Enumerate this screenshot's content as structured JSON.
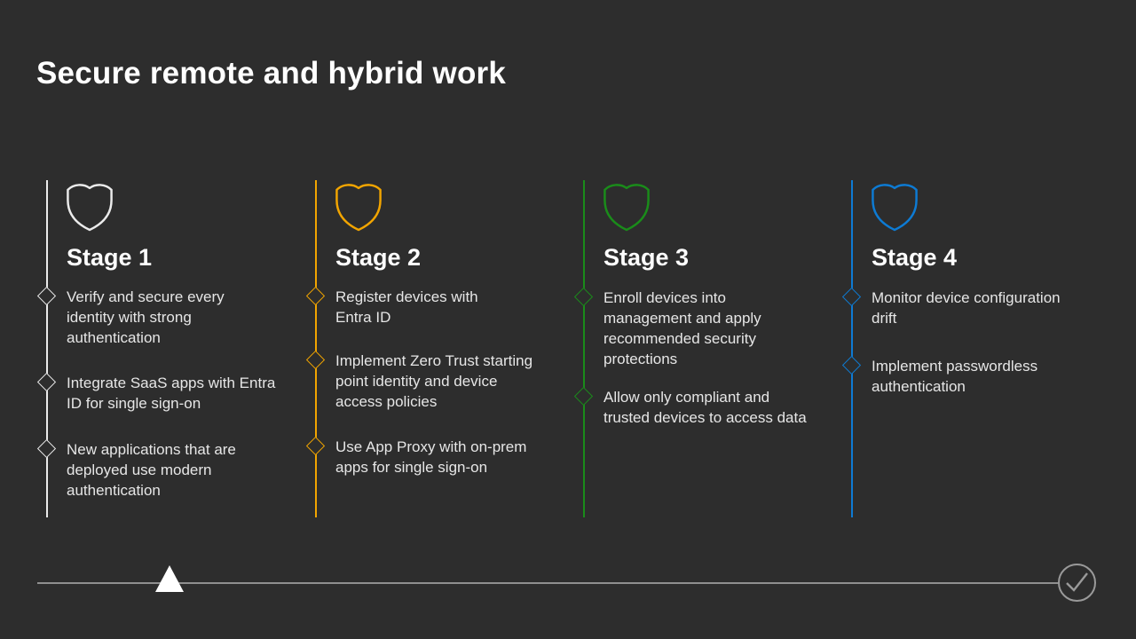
{
  "slide": {
    "title": "Secure remote and hybrid work",
    "background_color": "#2d2d2d",
    "text_color": "#e6e6e6",
    "stages": [
      {
        "label": "Stage 1",
        "color": "#ebebeb",
        "icon": "shield-icon",
        "bullets": [
          "Verify and secure every\nidentity with strong\nauthentication",
          "Integrate SaaS apps with Entra\nID for single sign-on",
          "New applications that are\ndeployed use modern\nauthentication"
        ]
      },
      {
        "label": "Stage 2",
        "color": "#f2a500",
        "icon": "shield-icon",
        "bullets": [
          "Register devices with\nEntra ID",
          "Implement Zero Trust starting\npoint identity and device\naccess policies",
          "Use App Proxy with on-prem\napps for single sign-on"
        ]
      },
      {
        "label": "Stage 3",
        "color": "#1a8c1a",
        "icon": "shield-icon",
        "bullets": [
          "Enroll devices into\nmanagement and apply\nrecommended security\nprotections",
          "Allow only compliant and\ntrusted devices to access data"
        ]
      },
      {
        "label": "Stage 4",
        "color": "#0d7bd4",
        "icon": "shield-icon",
        "bullets": [
          "Monitor device configuration\ndrift",
          "Implement passwordless\nauthentication"
        ]
      }
    ],
    "timeline": {
      "line_color": "#8f8f8f",
      "marker_icon": "triangle-up-icon",
      "marker_color": "#ffffff",
      "end_icon": "checkmark-circle-icon",
      "end_icon_color": "#9a9a9a"
    }
  }
}
